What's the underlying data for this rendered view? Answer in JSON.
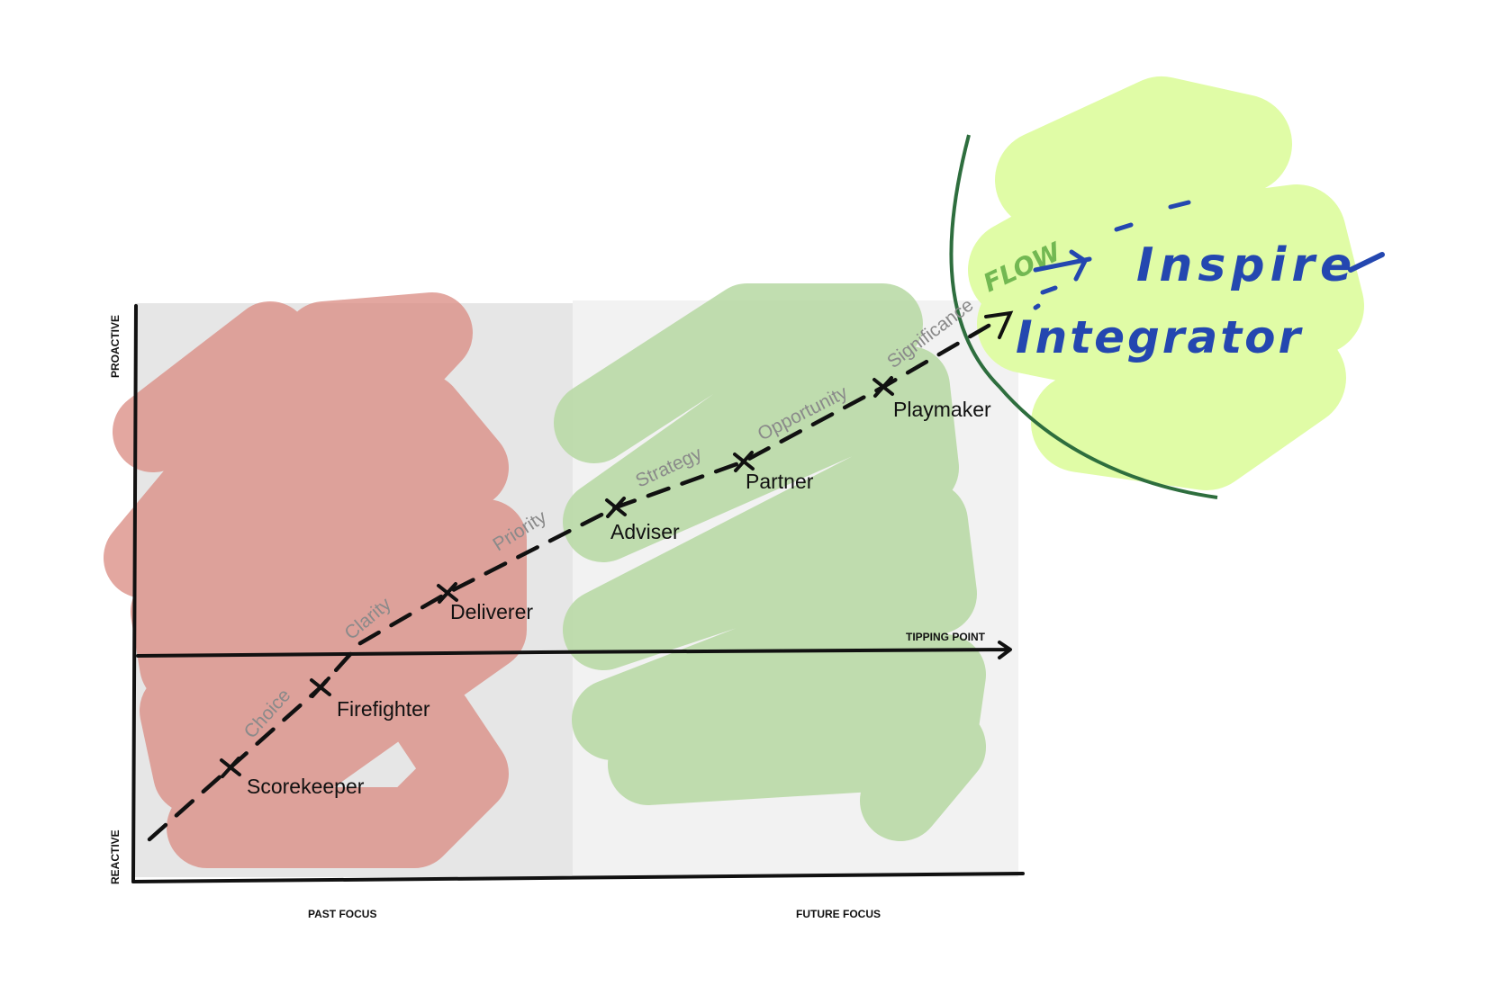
{
  "axes": {
    "y_top": "PROACTIVE",
    "y_bottom": "REACTIVE",
    "x_left": "PAST FOCUS",
    "x_right": "FUTURE FOCUS",
    "threshold": "TIPPING POINT"
  },
  "roles": [
    "Scorekeeper",
    "Firefighter",
    "Deliverer",
    "Adviser",
    "Partner",
    "Playmaker"
  ],
  "stages": [
    "Choice",
    "Clarity",
    "Priority",
    "Strategy",
    "Opportunity",
    "Significance"
  ],
  "annotation": {
    "flow": "FLOW",
    "inspire": "Inspire",
    "integrator": "Integrator"
  },
  "colors": {
    "past_zone": "#e6e6e6",
    "future_zone": "#f2f2f2",
    "red_highlight": "#dc9f97",
    "green_highlight": "#bddbad",
    "lime_highlight": "#e0fca6",
    "arc": "#2e6e3e",
    "ink_blue": "#2447b0",
    "ink_green": "#72b852"
  }
}
